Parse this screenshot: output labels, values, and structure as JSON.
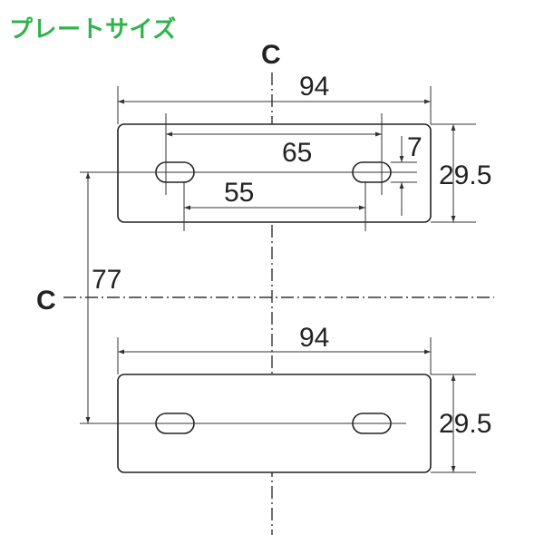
{
  "title": "プレートサイズ",
  "center_label_top": "C",
  "center_label_left": "C",
  "top_plate": {
    "width_label": "94",
    "height_label": "29.5",
    "hole_outer_label": "65",
    "hole_inner_label": "55",
    "slot_label": "7"
  },
  "bottom_plate": {
    "width_label": "94",
    "height_label": "29.5"
  },
  "vertical_distance_label": "77"
}
